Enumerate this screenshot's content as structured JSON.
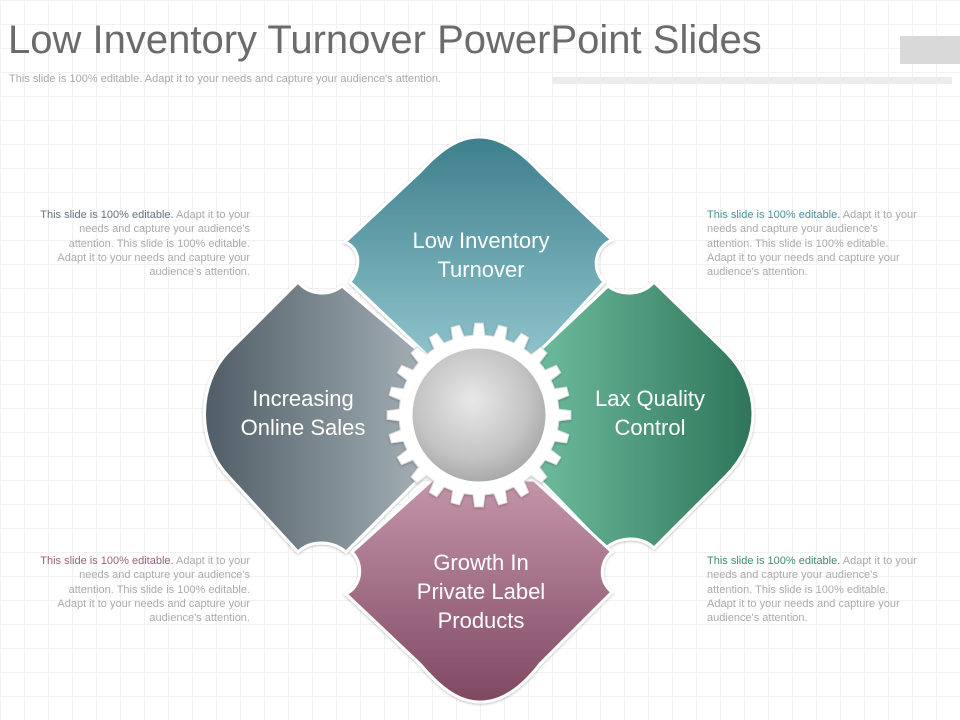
{
  "title": "Low Inventory Turnover PowerPoint Slides",
  "subtitle": "This slide is 100% editable. Adapt it to your needs and capture your audience's attention.",
  "pieces": {
    "top": {
      "lines": [
        "Low Inventory",
        "Turnover"
      ],
      "color": "#4f8f9a"
    },
    "left": {
      "lines": [
        "Increasing",
        "Online Sales"
      ],
      "color": "#66737c"
    },
    "right": {
      "lines": [
        "Lax Quality",
        "Control"
      ],
      "color": "#3f8a6f"
    },
    "bottom": {
      "lines": [
        "Growth In",
        "Private Label",
        "Products"
      ],
      "color": "#9a5f77"
    }
  },
  "notes": {
    "top_left": {
      "lead": "This slide is 100% editable.",
      "rest": " Adapt it to your needs and capture your audience's attention. This slide is 100% editable. Adapt it to your needs and capture your audience's attention.",
      "lead_color": "#66737c"
    },
    "top_right": {
      "lead": "This slide is 100% editable.",
      "rest": " Adapt it to your needs and capture your audience's attention. This slide is 100% editable. Adapt it to your needs and capture your audience's attention.",
      "lead_color": "#4f8f9a"
    },
    "bottom_left": {
      "lead": "This slide is 100% editable.",
      "rest": " Adapt it to your needs and capture your audience's attention. This slide is 100% editable. Adapt it to your needs and capture your audience's attention.",
      "lead_color": "#9a5f77"
    },
    "bottom_right": {
      "lead": "This slide is 100% editable.",
      "rest": " Adapt it to your needs and capture your audience's attention. This slide is 100% editable. Adapt it to your needs and capture your audience's attention.",
      "lead_color": "#3f8a6f"
    }
  }
}
